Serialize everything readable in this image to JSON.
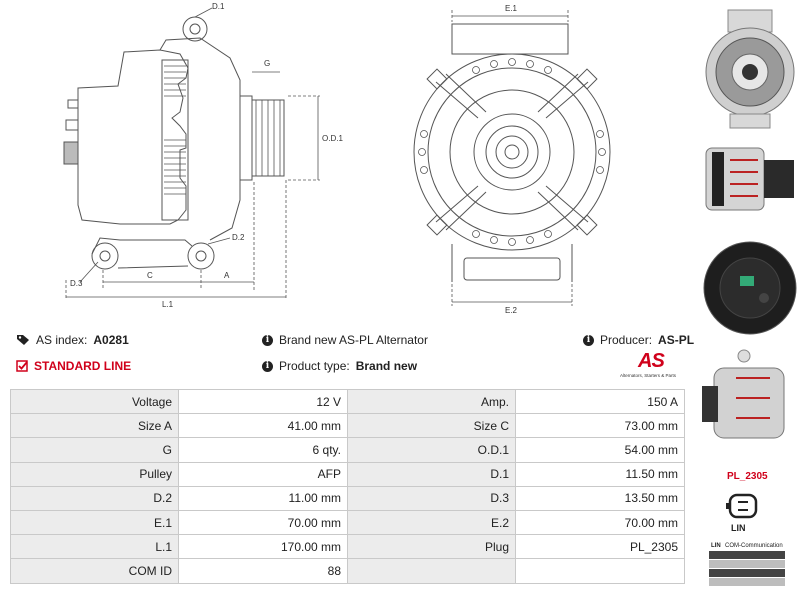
{
  "drawing": {
    "labels": {
      "d1": "D.1",
      "g": "G",
      "od1": "O.D.1",
      "d2": "D.2",
      "d3": "D.3",
      "c": "C",
      "a": "A",
      "l1": "L.1",
      "e1": "E.1",
      "e2": "E.2"
    }
  },
  "info": {
    "as_index_label": "AS index:",
    "as_index_value": "A0281",
    "product_desc": "Brand new AS-PL Alternator",
    "producer_label": "Producer:",
    "producer_value": "AS-PL",
    "line": "STANDARD LINE",
    "product_type_label": "Product type:",
    "product_type_value": "Brand new",
    "logo_mark": "AS",
    "logo_tagline": "Alternators, Starters & Parts"
  },
  "specs": [
    {
      "l1": "Voltage",
      "v1": "12 V",
      "l2": "Amp.",
      "v2": "150 A"
    },
    {
      "l1": "Size A",
      "v1": "41.00 mm",
      "l2": "Size C",
      "v2": "73.00 mm"
    },
    {
      "l1": "G",
      "v1": "6 qty.",
      "l2": "O.D.1",
      "v2": "54.00 mm"
    },
    {
      "l1": "Pulley",
      "v1": "AFP",
      "l2": "D.1",
      "v2": "11.50 mm"
    },
    {
      "l1": "D.2",
      "v1": "11.00 mm",
      "l2": "D.3",
      "v2": "13.50 mm"
    },
    {
      "l1": "E.1",
      "v1": "70.00 mm",
      "l2": "E.2",
      "v2": "70.00 mm"
    },
    {
      "l1": "L.1",
      "v1": "170.00 mm",
      "l2": "Plug",
      "v2": "PL_2305"
    },
    {
      "l1": "COM ID",
      "v1": "88",
      "l2": "",
      "v2": ""
    }
  ],
  "plug": {
    "code": "PL_2305",
    "pin_label": "LIN",
    "pins": [
      {
        "pin": "LIN",
        "desc": "COM-Communication"
      }
    ]
  },
  "icons": [
    "tag-icon",
    "info-icon",
    "check-square-icon",
    "as-logo",
    "plug-icon"
  ],
  "colors": {
    "accent": "#d0011b",
    "table_label_bg": "#ececec",
    "border": "#c9c9c9"
  }
}
